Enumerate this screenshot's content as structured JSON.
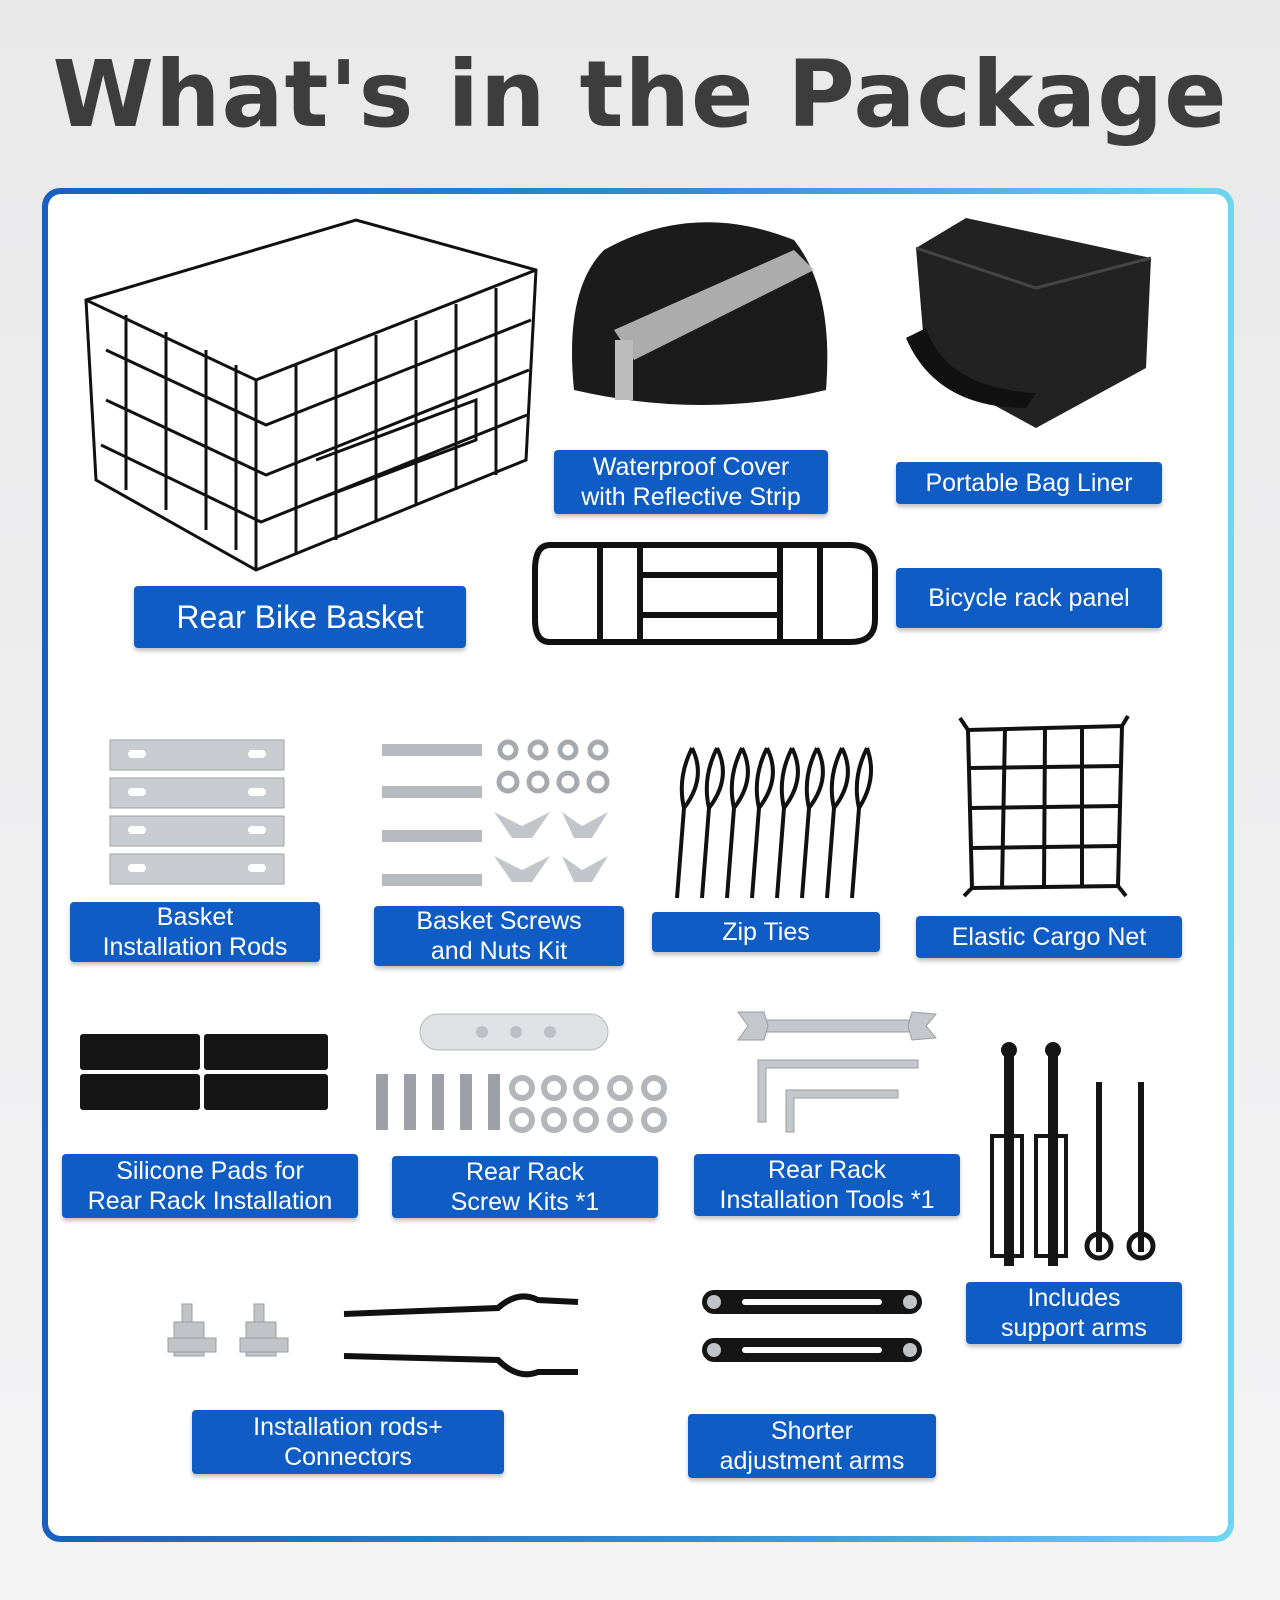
{
  "title": "What's in the Package",
  "colors": {
    "label_bg": "#0f5cc4",
    "frame_start": "#1a5fbf",
    "frame_end": "#6fd6ef",
    "title": "#3d3d3d"
  },
  "items": {
    "rear_basket": {
      "label": "Rear Bike Basket",
      "icon": "wire-basket-icon"
    },
    "waterproof_cover": {
      "line1": "Waterproof Cover",
      "line2": "with Reflective Strip",
      "icon": "rain-cover-icon"
    },
    "bag_liner": {
      "label": "Portable Bag Liner",
      "icon": "bag-liner-icon"
    },
    "rack_panel": {
      "label": "Bicycle rack panel",
      "icon": "rack-panel-icon"
    },
    "install_rods": {
      "line1": "Basket",
      "line2": "Installation Rods",
      "icon": "metal-plate-icon"
    },
    "screws_nuts": {
      "line1": "Basket Screws",
      "line2": "and Nuts Kit",
      "icon": "screws-nuts-icon"
    },
    "zip_ties": {
      "label": "Zip Ties",
      "icon": "zip-tie-icon"
    },
    "cargo_net": {
      "label": "Elastic Cargo Net",
      "icon": "cargo-net-icon"
    },
    "silicone_pads": {
      "line1": "Silicone Pads for",
      "line2": "Rear Rack Installation",
      "icon": "silicone-pad-icon"
    },
    "rack_screws": {
      "line1": "Rear Rack",
      "line2": "Screw Kits *1",
      "icon": "rack-screws-icon"
    },
    "rack_tools": {
      "line1": "Rear Rack",
      "line2": "Installation Tools *1",
      "icon": "wrench-icon"
    },
    "support_arms": {
      "line1": "Includes",
      "line2": "support arms",
      "icon": "support-arm-icon"
    },
    "rods_connectors": {
      "line1": "Installation rods+",
      "line2": "Connectors",
      "icon": "connector-icon"
    },
    "adjust_arms": {
      "line1": "Shorter",
      "line2": "adjustment arms",
      "icon": "adjustment-arm-icon"
    }
  }
}
